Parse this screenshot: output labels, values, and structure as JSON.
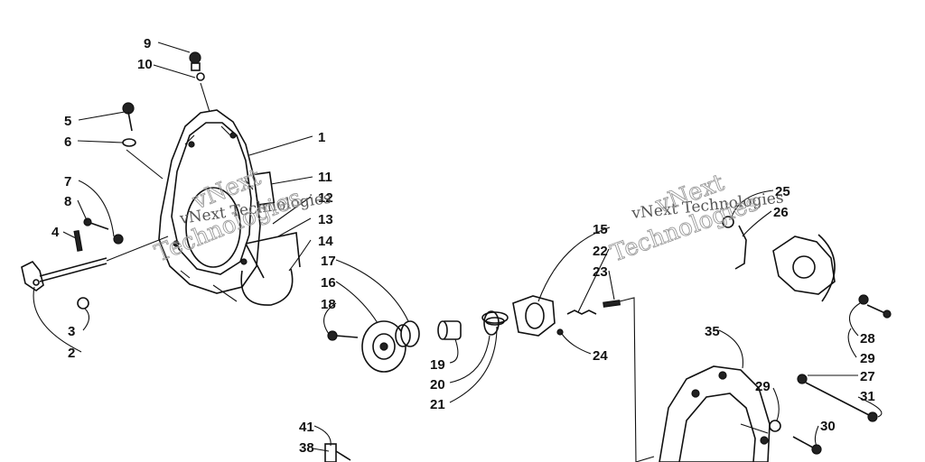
{
  "diagram": {
    "callouts": [
      "1",
      "2",
      "3",
      "4",
      "5",
      "6",
      "7",
      "8",
      "9",
      "10",
      "11",
      "12",
      "13",
      "14",
      "15",
      "16",
      "17",
      "18",
      "19",
      "20",
      "21",
      "22",
      "23",
      "24",
      "25",
      "26",
      "27",
      "28",
      "29",
      "29",
      "30",
      "31",
      "35",
      "38",
      "41"
    ],
    "watermarks": [
      "vNext Technologies",
      "vNext Technologies",
      "vNext",
      "Technologies",
      "vNext",
      "Technologies"
    ]
  }
}
